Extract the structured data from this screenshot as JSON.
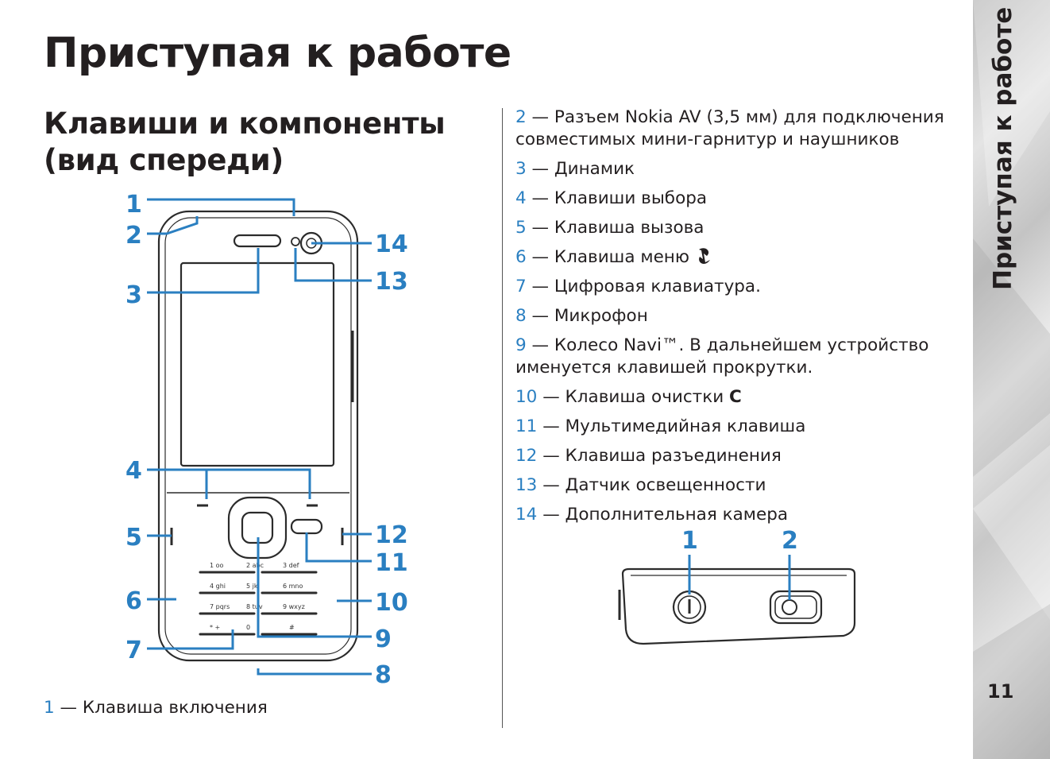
{
  "page_title": "Приступая к работе",
  "section_title": "Клавиши и компоненты (вид спереди)",
  "side_tab": "Приступая к работе",
  "page_number": "11",
  "item_first": {
    "num": "1",
    "text": " — Клавиша включения"
  },
  "legend": [
    {
      "num": "2",
      "text": " — Разъем Nokia AV (3,5 мм) для подключения совместимых мини-гарнитур и наушников"
    },
    {
      "num": "3",
      "text": " — Динамик"
    },
    {
      "num": "4",
      "text": " — Клавиши выбора"
    },
    {
      "num": "5",
      "text": " — Клавиша вызова"
    },
    {
      "num": "6",
      "text": " — Клавиша меню"
    },
    {
      "num": "7",
      "text": " — Цифровая клавиатура."
    },
    {
      "num": "8",
      "text": " — Микрофон"
    },
    {
      "num": "9",
      "text": " — Колесо Navi™. В дальнейшем устройство именуется клавишей прокрутки."
    },
    {
      "num": "10",
      "text": " — Клавиша очистки "
    },
    {
      "num": "11",
      "text": " — Мультимедийная клавиша"
    },
    {
      "num": "12",
      "text": " — Клавиша разъединения"
    },
    {
      "num": "13",
      "text": " — Датчик освещенности"
    },
    {
      "num": "14",
      "text": " — Дополнительная камера"
    }
  ],
  "clear_key_glyph": "C",
  "phone_callouts": {
    "c1": "1",
    "c2": "2",
    "c3": "3",
    "c4": "4",
    "c5": "5",
    "c6": "6",
    "c7": "7",
    "c8": "8",
    "c9": "9",
    "c10": "10",
    "c11": "11",
    "c12": "12",
    "c13": "13",
    "c14": "14"
  },
  "top_callouts": {
    "c1": "1",
    "c2": "2"
  },
  "keypad_labels": {
    "k1": "1 oo",
    "k2": "2 abc",
    "k3": "3 def",
    "k4": "4 ghi",
    "k5": "5 jkl",
    "k6": "6 mno",
    "k7": "7 pqrs",
    "k8": "8 tuv",
    "k9": "9 wxyz",
    "ks": "* +",
    "k0": "0",
    "kh": "#"
  },
  "colors": {
    "accent": "#2a7fc1",
    "text": "#231f20",
    "band": "#d4d4d4"
  }
}
